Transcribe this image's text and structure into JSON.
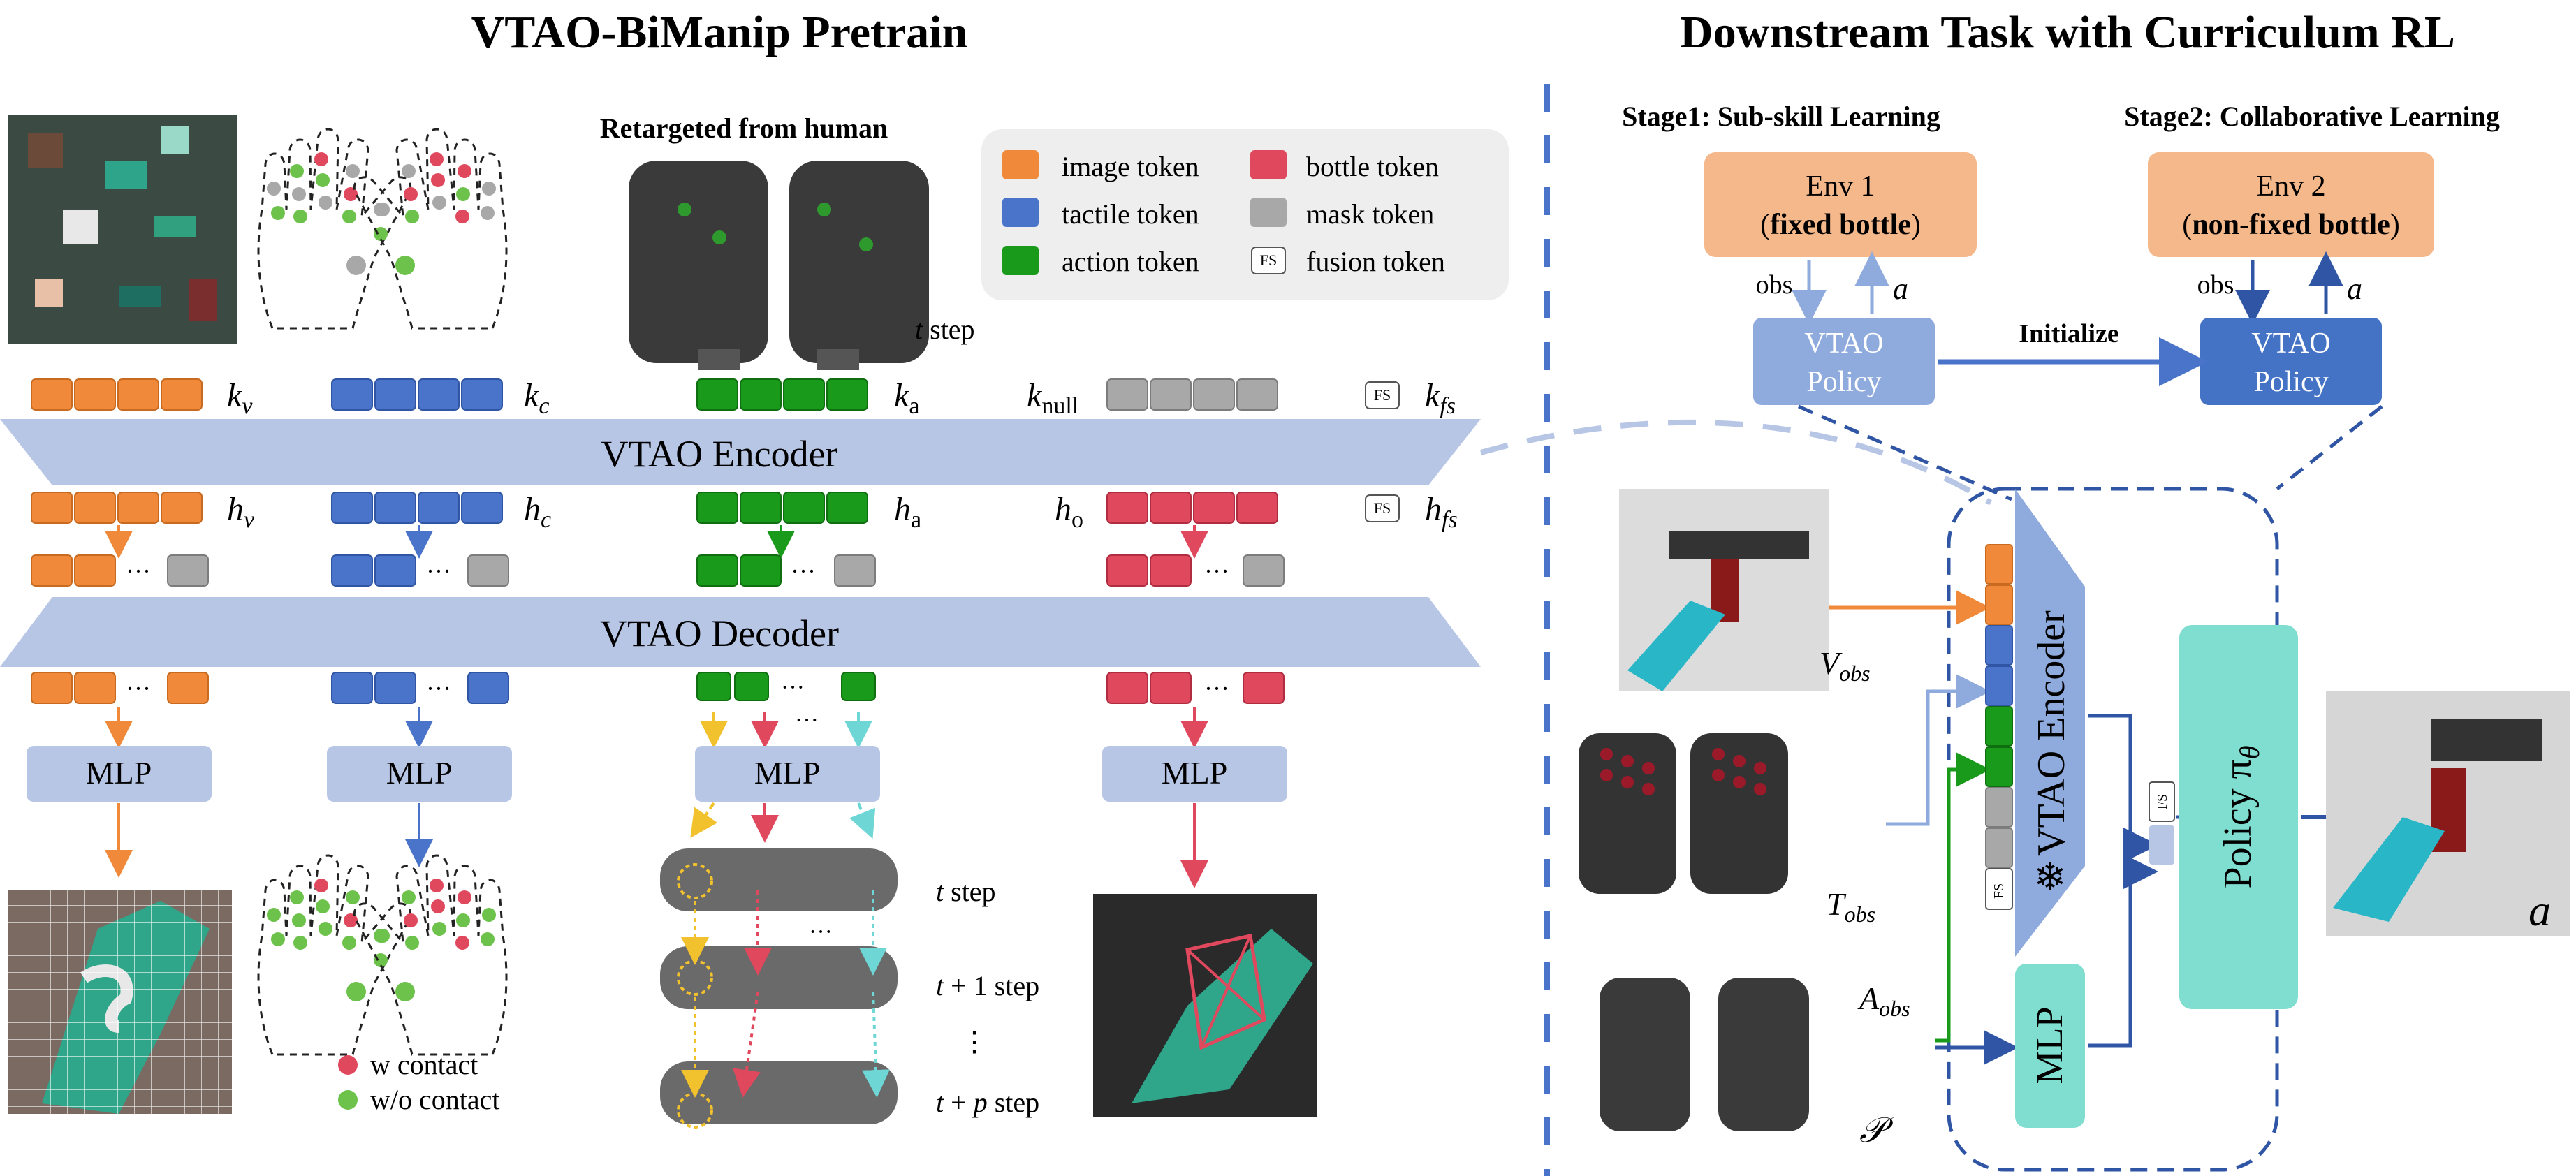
{
  "left_title": "VTAO-BiManip Pretrain",
  "right_title": "Downstream Task with Curriculum RL",
  "retarget_label": "Retargeted from human",
  "t_step_top": "t step",
  "legend": {
    "image": "image token",
    "tactile": "tactile token",
    "action": "action token",
    "bottle": "bottle token",
    "mask": "mask token",
    "fusion": "fusion token",
    "fs": "FS"
  },
  "tokens": {
    "k_v": "k",
    "k_v_sub": "v",
    "k_c": "k",
    "k_c_sub": "c",
    "k_a": "k",
    "k_a_sub": "a",
    "k_null": "k",
    "k_null_sub": "null",
    "k_fs": "k",
    "k_fs_sub": "fs",
    "h_v": "h",
    "h_v_sub": "v",
    "h_c": "h",
    "h_c_sub": "c",
    "h_a": "h",
    "h_a_sub": "a",
    "h_o": "h",
    "h_o_sub": "o",
    "h_fs": "h",
    "h_fs_sub": "fs",
    "dots": "···"
  },
  "encoder": "VTAO Encoder",
  "decoder": "VTAO Decoder",
  "mlp": "MLP",
  "steps": {
    "t": "t step",
    "t1": "t + 1 step",
    "vdots": "⋮",
    "tp": "t + p step"
  },
  "contact_legend": {
    "w": "w contact",
    "wo": "w/o contact"
  },
  "stage1": "Stage1: Sub-skill  Learning",
  "stage2": "Stage2: Collaborative Learning",
  "env1": {
    "line1": "Env 1",
    "line2_pre": "(",
    "line2_bold": "fixed bottle",
    "line2_post": ")"
  },
  "env2": {
    "line1": "Env 2",
    "line2_pre": "(",
    "line2_bold": "non-fixed bottle",
    "line2_post": ")"
  },
  "obs": "obs",
  "a": "a",
  "policy1": {
    "line1": "VTAO",
    "line2": "Policy"
  },
  "policy2": {
    "line1": "VTAO",
    "line2": "Policy"
  },
  "initialize": "Initialize",
  "right_inputs": {
    "V": "V",
    "V_sub": "obs",
    "T": "T",
    "T_sub": "obs",
    "A": "A",
    "A_sub": "obs",
    "P": "𝒫"
  },
  "vtao_encoder_vertical": "VTAO Encoder",
  "snowflake": "❄",
  "right_mlp": "MLP",
  "policy_pi": "Policy π",
  "policy_pi_sub": "θ",
  "output_a": "a",
  "colors": {
    "image": "#f08a3a",
    "tactile": "#4a74c9",
    "action": "#1a9a1a",
    "bottle": "#e0485e",
    "mask": "#a8a8a8",
    "band": "#b8c6e6",
    "mlp": "#b8c6e6",
    "env": "#f4b88a",
    "policy_light": "#8faadc",
    "policy_dark": "#4472c4",
    "teal": "#7fded0"
  }
}
